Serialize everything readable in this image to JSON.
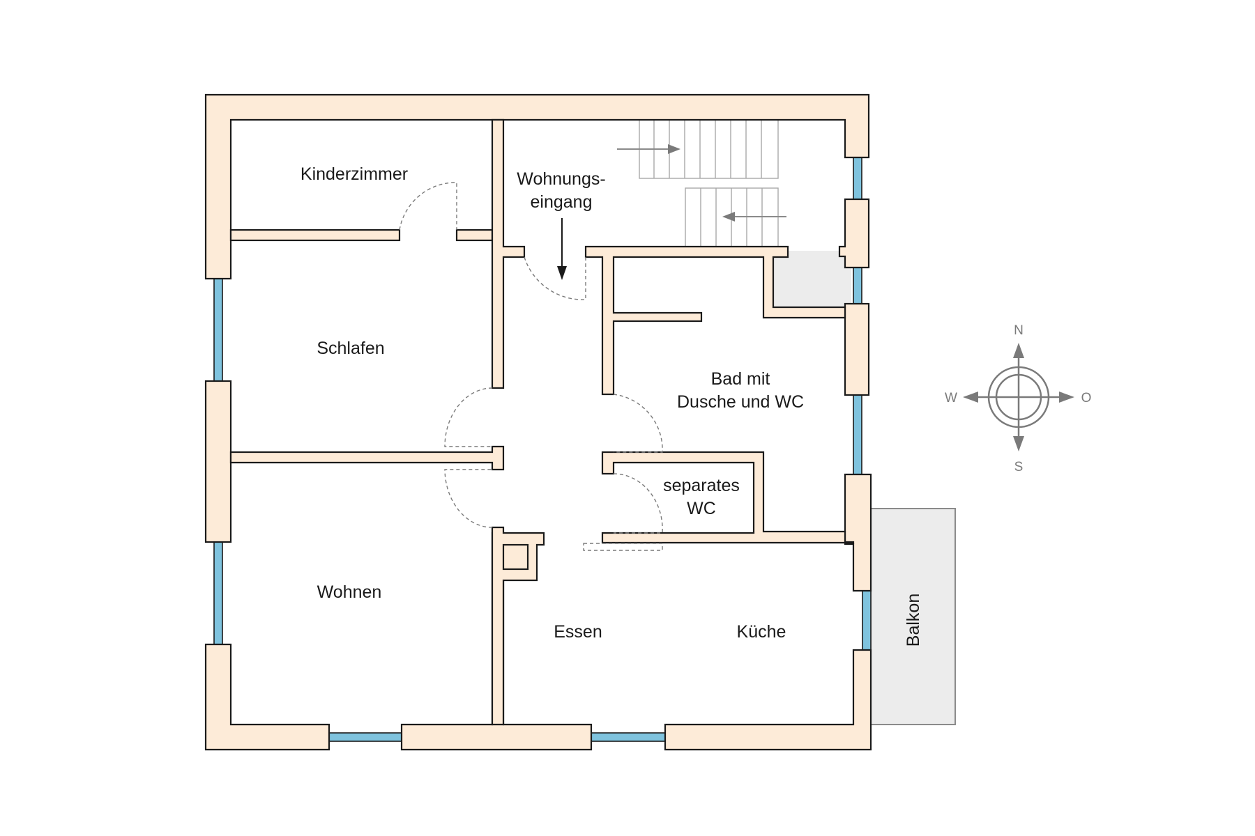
{
  "rooms": {
    "kinderzimmer": "Kinderzimmer",
    "schlafen": "Schlafen",
    "wohnen": "Wohnen",
    "essen": "Essen",
    "kueche": "Küche",
    "entrance_line1": "Wohnungs-",
    "entrance_line2": "eingang",
    "bath_line1": "Bad mit",
    "bath_line2": "Dusche und WC",
    "wc_line1": "separates",
    "wc_line2": "WC",
    "balkon": "Balkon"
  },
  "compass": {
    "north": "N",
    "south": "S",
    "west": "W",
    "east": "O"
  },
  "colors": {
    "wall_fill": "#fdebd8",
    "window_glass": "#7fc3de",
    "balcony_fill": "#ececec"
  }
}
